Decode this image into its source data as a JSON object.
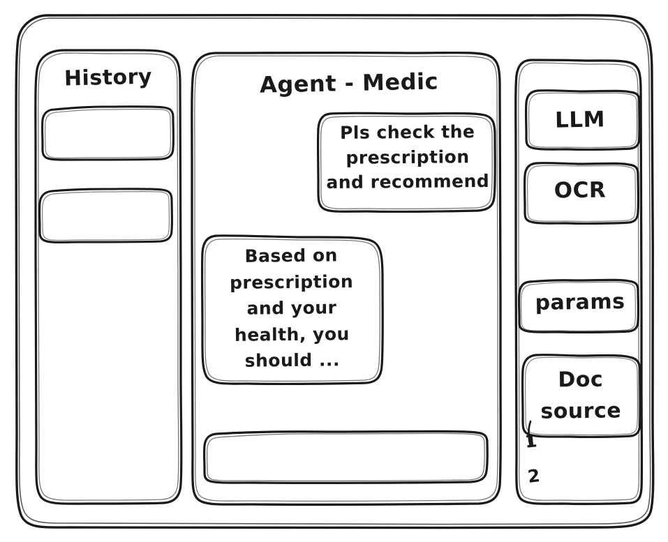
{
  "window": {
    "style": "hand-drawn-wireframe",
    "stroke_color": "#1a1a1a",
    "background_color": "#ffffff"
  },
  "sidebar_left": {
    "title": "History",
    "items": [
      {
        "label": "",
        "name": "history-item-1"
      },
      {
        "label": "",
        "name": "history-item-2"
      }
    ]
  },
  "main": {
    "title": "Agent - Medic",
    "messages": [
      {
        "role": "user",
        "text": "Pls check the\nprescription\nand recommend"
      },
      {
        "role": "agent",
        "text": "Based on\nprescription\nand your\nhealth, you\nshould ..."
      }
    ],
    "composer": {
      "value": "",
      "placeholder": ""
    }
  },
  "sidebar_right": {
    "tools": [
      {
        "label": "LLM",
        "name": "tool-llm"
      },
      {
        "label": "OCR",
        "name": "tool-ocr"
      },
      {
        "label": "params",
        "name": "tool-params"
      },
      {
        "label": "Doc\nsource",
        "name": "tool-doc-source"
      }
    ],
    "doc_sources": [
      {
        "label": "1"
      },
      {
        "label": "2"
      }
    ]
  }
}
